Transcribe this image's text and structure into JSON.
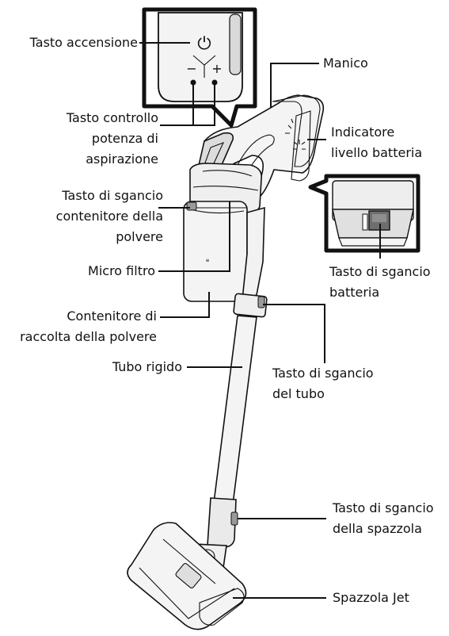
{
  "labels": {
    "power_button": "Tasto accensione",
    "handle": "Manico",
    "suction_control_line1": "Tasto controllo",
    "suction_control_line2": "potenza di",
    "suction_control_line3": "aspirazione",
    "battery_indicator_line1": "Indicatore",
    "battery_indicator_line2": "livello batteria",
    "dust_bin_release_line1": "Tasto di sgancio",
    "dust_bin_release_line2": "contenitore della",
    "dust_bin_release_line3": "polvere",
    "micro_filter": "Micro filtro",
    "battery_release_line1": "Tasto di sgancio",
    "battery_release_line2": "batteria",
    "dust_bin_line1": "Contenitore di",
    "dust_bin_line2": "raccolta della polvere",
    "pipe": "Tubo rigido",
    "pipe_release_line1": "Tasto di sgancio",
    "pipe_release_line2": "del tubo",
    "brush_release_line1": "Tasto di sgancio",
    "brush_release_line2": "della spazzola",
    "jet_brush": "Spazzola Jet"
  },
  "icons": {
    "power": "⏻",
    "minus": "−",
    "plus": "+"
  },
  "colors": {
    "ink": "#111111",
    "body_light": "#f2f2f2",
    "body_mid": "#dcdcdc",
    "body_dark": "#9a9a9a",
    "button_dark": "#6e6e6e"
  }
}
